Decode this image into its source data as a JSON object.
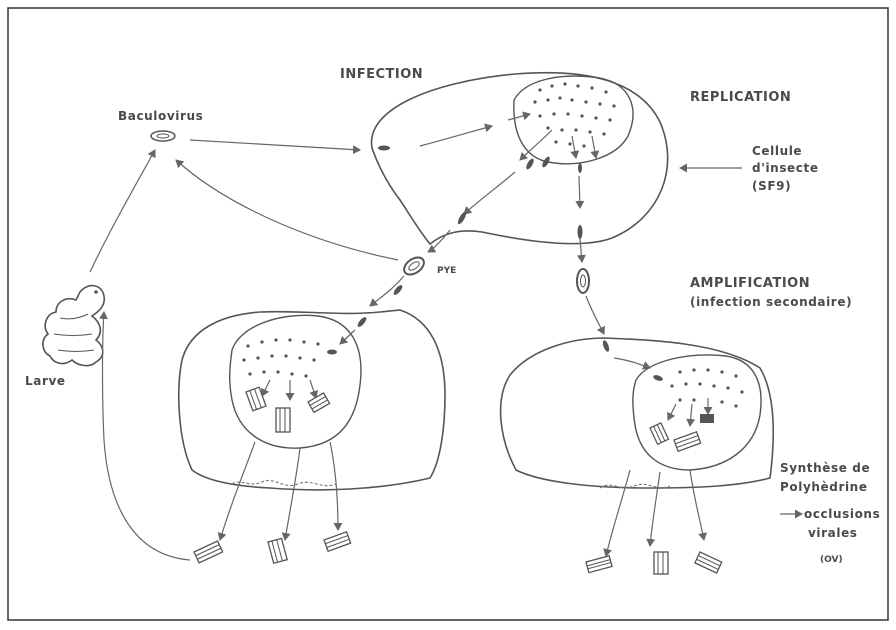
{
  "labels": {
    "infection": "INFECTION",
    "replication": "REPLICATION",
    "baculovirus": "Baculovirus",
    "cellule_line1": "Cellule",
    "cellule_line2": "d'insecte",
    "cellule_line3": "(SF9)",
    "pye": "PYE",
    "amplification_line1": "AMPLIFICATION",
    "amplification_line2": "(infection secondaire)",
    "larve": "Larve",
    "synthese_line1": "Synthèse de",
    "synthese_line2": "Polyhèdrine",
    "occlusions_line1": "occlusions",
    "occlusions_line2": "virales",
    "ov": "(OV)"
  },
  "colors": {
    "ink": "#555555",
    "text": "#4a4a4a",
    "background": "#ffffff"
  }
}
